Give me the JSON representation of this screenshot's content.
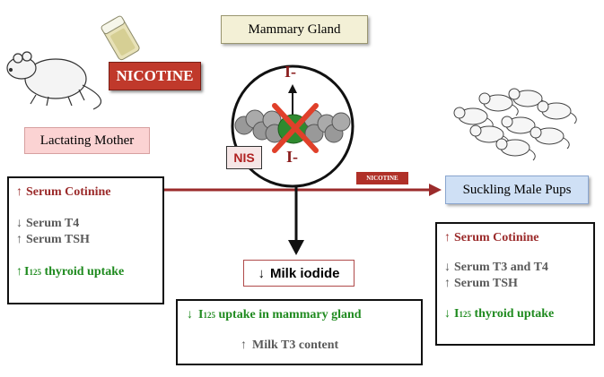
{
  "colors": {
    "maroon": "#9b2b2b",
    "gray": "#5a5a5a",
    "green": "#1e8a1e",
    "nicotine_bg": "#c0392b",
    "mammary_bg": "#f3f0d6",
    "lactating_bg": "#fbd3d3",
    "pups_bg": "#cfe0f5",
    "gland_ball": "#2f8a2f",
    "cross": "#e0402a"
  },
  "labels": {
    "nicotine_main": "NICOTINE",
    "nicotine_small": "NICOTINE",
    "mammary_gland": "Mammary Gland",
    "lactating_mother": "Lactating Mother",
    "suckling_pups": "Suckling Male Pups",
    "nis": "NIS",
    "iodide_top": "I-",
    "iodide_bottom": "I-",
    "milk_iodide": "Milk iodide"
  },
  "mother_box": {
    "line1": "Serum Cotinine",
    "line2": "Serum T4",
    "line3": "Serum TSH",
    "line4_sup": "125",
    "line4_pre": "I",
    "line4_post": " thyroid uptake"
  },
  "pups_box": {
    "line1": "Serum Cotinine",
    "line2": "Serum T3 and T4",
    "line3": "Serum TSH",
    "line4_pre": "I",
    "line4_sup": "125",
    "line4_post": " thyroid uptake"
  },
  "mammary_box": {
    "line1_pre": "I",
    "line1_sup": "125",
    "line1_post": " uptake in mammary gland",
    "line2": "Milk T3 content"
  }
}
